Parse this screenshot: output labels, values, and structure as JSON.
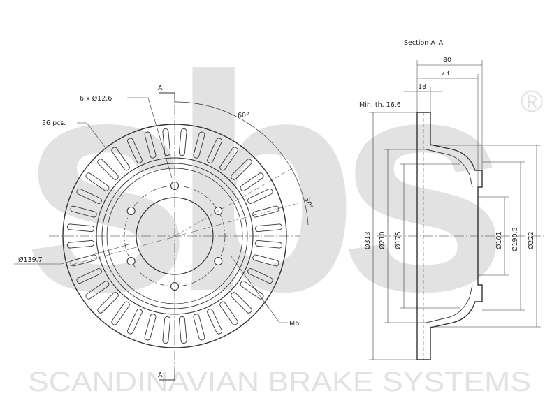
{
  "watermark": {
    "brand_letters": "sbs",
    "registered_mark": "®",
    "tagline": "SCANDINAVIAN BRAKE SYSTEMS",
    "color": "#e2e2e2"
  },
  "front_view": {
    "section_marker_top": "A",
    "section_marker_bottom": "A",
    "bolt_holes_label": "6 x Ø12.6",
    "vents_label": "36 pcs.",
    "angle_60": "60°",
    "angle_30": "30°",
    "pcd_label": "Ø139.7",
    "thread_label": "M6",
    "vent_count": 36,
    "bolt_count": 6
  },
  "section_view": {
    "title": "Section A–A",
    "min_thickness": "Min. th. 16.6",
    "dim_80": "80",
    "dim_73": "73",
    "dim_18": "18",
    "dia_313": "Ø313",
    "dia_210": "Ø210",
    "dia_175": "Ø175",
    "dia_101": "Ø101",
    "dia_190_5": "Ø190.5",
    "dia_222": "Ø222"
  },
  "colors": {
    "line": "#333333",
    "watermark": "#e2e2e2"
  }
}
